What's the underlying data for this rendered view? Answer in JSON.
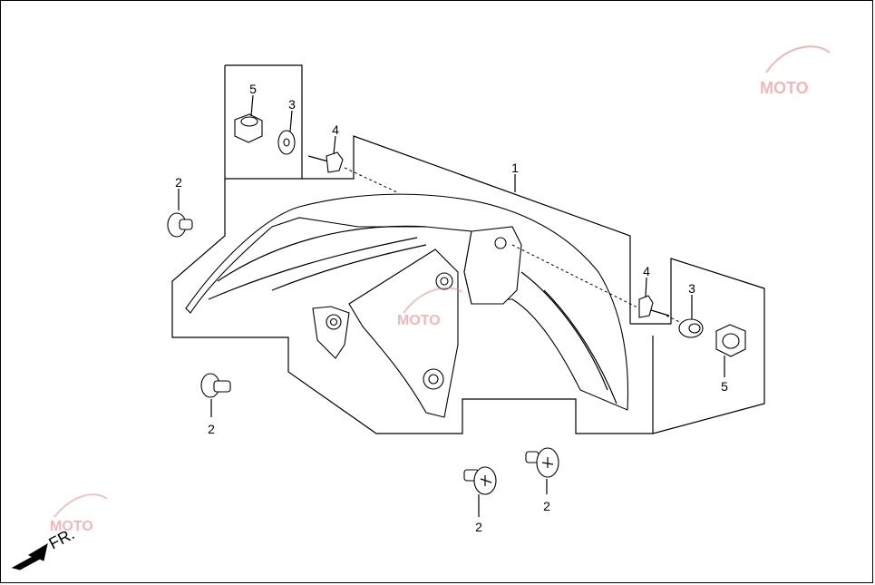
{
  "diagram": {
    "callouts": {
      "main": "1",
      "bolt_upper_left": "2",
      "bolt_lower_left": "2",
      "bolt_bottom_center": "2",
      "bolt_bottom_right": "2",
      "washer_left": "3",
      "washer_right": "3",
      "screw_left": "4",
      "screw_right": "4",
      "nut_left": "5",
      "nut_right": "5"
    },
    "direction_label": "FR.",
    "watermark": "MOTO"
  }
}
